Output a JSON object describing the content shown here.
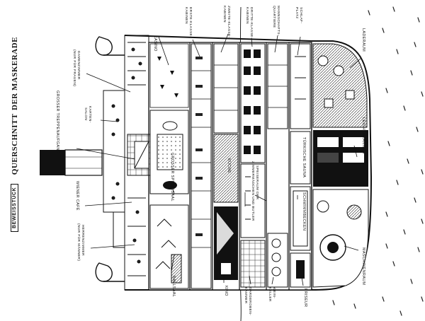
{
  "header": {
    "badge": "BEWEISSTÜCK",
    "title_prefix": "QUERSCHNITT",
    "title_suffix": "DER MASKERADE"
  },
  "labels": {
    "kasino": "KASINO",
    "erste_klasse_1": "ERSTE-KLASSE-",
    "erste_klasse_2": "KABINEN",
    "zweite_klasse_1": "ZWEITE-KLASSE-",
    "zweite_klasse_2": "KABINEN",
    "dritte_klasse_1": "DRITTE-KLASSE-",
    "dritte_klasse_2": "KABINEN",
    "mannschaft_1": "MANNSCHAFTS-",
    "mannschaft_2": "QUARTIERE",
    "schlaf_1": "SCHLAF-",
    "schlaf_2": "PLATZ",
    "laderaum": "LADERAUM",
    "damenzimmer_1": "DAMENZIMMER",
    "damenzimmer_2": "(NUR FÜR FRAUEN)",
    "treppe": "GROSSER TREPPENAUFGANG",
    "kartensalon_1": "KARTEN-",
    "kartensalon_2": "SALON",
    "speisesaal": "GROSSER SPEISESAAL",
    "kueche": "KÜCHE",
    "speiseraum_1": "SPEISERAUM DER",
    "speiseraum_2": "ZIMMERMÄDCHEN UND BUTLER",
    "sauna": "TÜRKISCHE SAUNA",
    "schwimmbecken": "SCHWIMMBECKEN",
    "leichenkammer": "LEICHENKAMMER",
    "wiener_cafe": "WIENER CAFÉ",
    "herrenzimmer_1": "HERRENZIMMER",
    "herrenzimmer_2": "(NUR FÜR MÄNNER)",
    "ballsaal": "BALLSAAL",
    "kino": "KINO",
    "garderobe_1": "GARDEROBEN-",
    "garderobe_2": "KAMMER",
    "weinkeller_1": "WEIN-",
    "weinkeller_2": "KELLER",
    "friseur": "FRISEUR",
    "maschinenraum": "MASCHINENRAUM"
  }
}
